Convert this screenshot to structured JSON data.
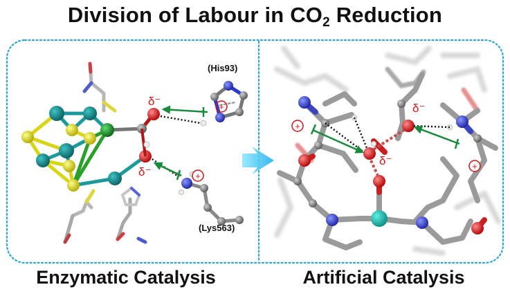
{
  "title": {
    "main": "Division of Labour in CO",
    "sub": "2",
    "rest": " Reduction"
  },
  "left_panel": {
    "caption": "Enzymatic Catalysis",
    "residue_top": "(His93)",
    "residue_bottom": "(Lys563)",
    "delta_top": "δ⁻",
    "delta_bottom": "δ⁻",
    "plus": "+"
  },
  "right_panel": {
    "caption": "Artificial Catalysis",
    "delta_top": "δ⁻",
    "delta_center": "δ⁻",
    "plus": "+"
  },
  "colors": {
    "frame": "#2aa7d6",
    "arrow": "#1a8a3c",
    "oxygen": "#d41414",
    "nitrogen": "#2a3ad0",
    "metal": "#0f8e90",
    "sulfur": "#e6e21a",
    "nickel": "#1c9a2a",
    "carbon": "#8a8a8a"
  }
}
